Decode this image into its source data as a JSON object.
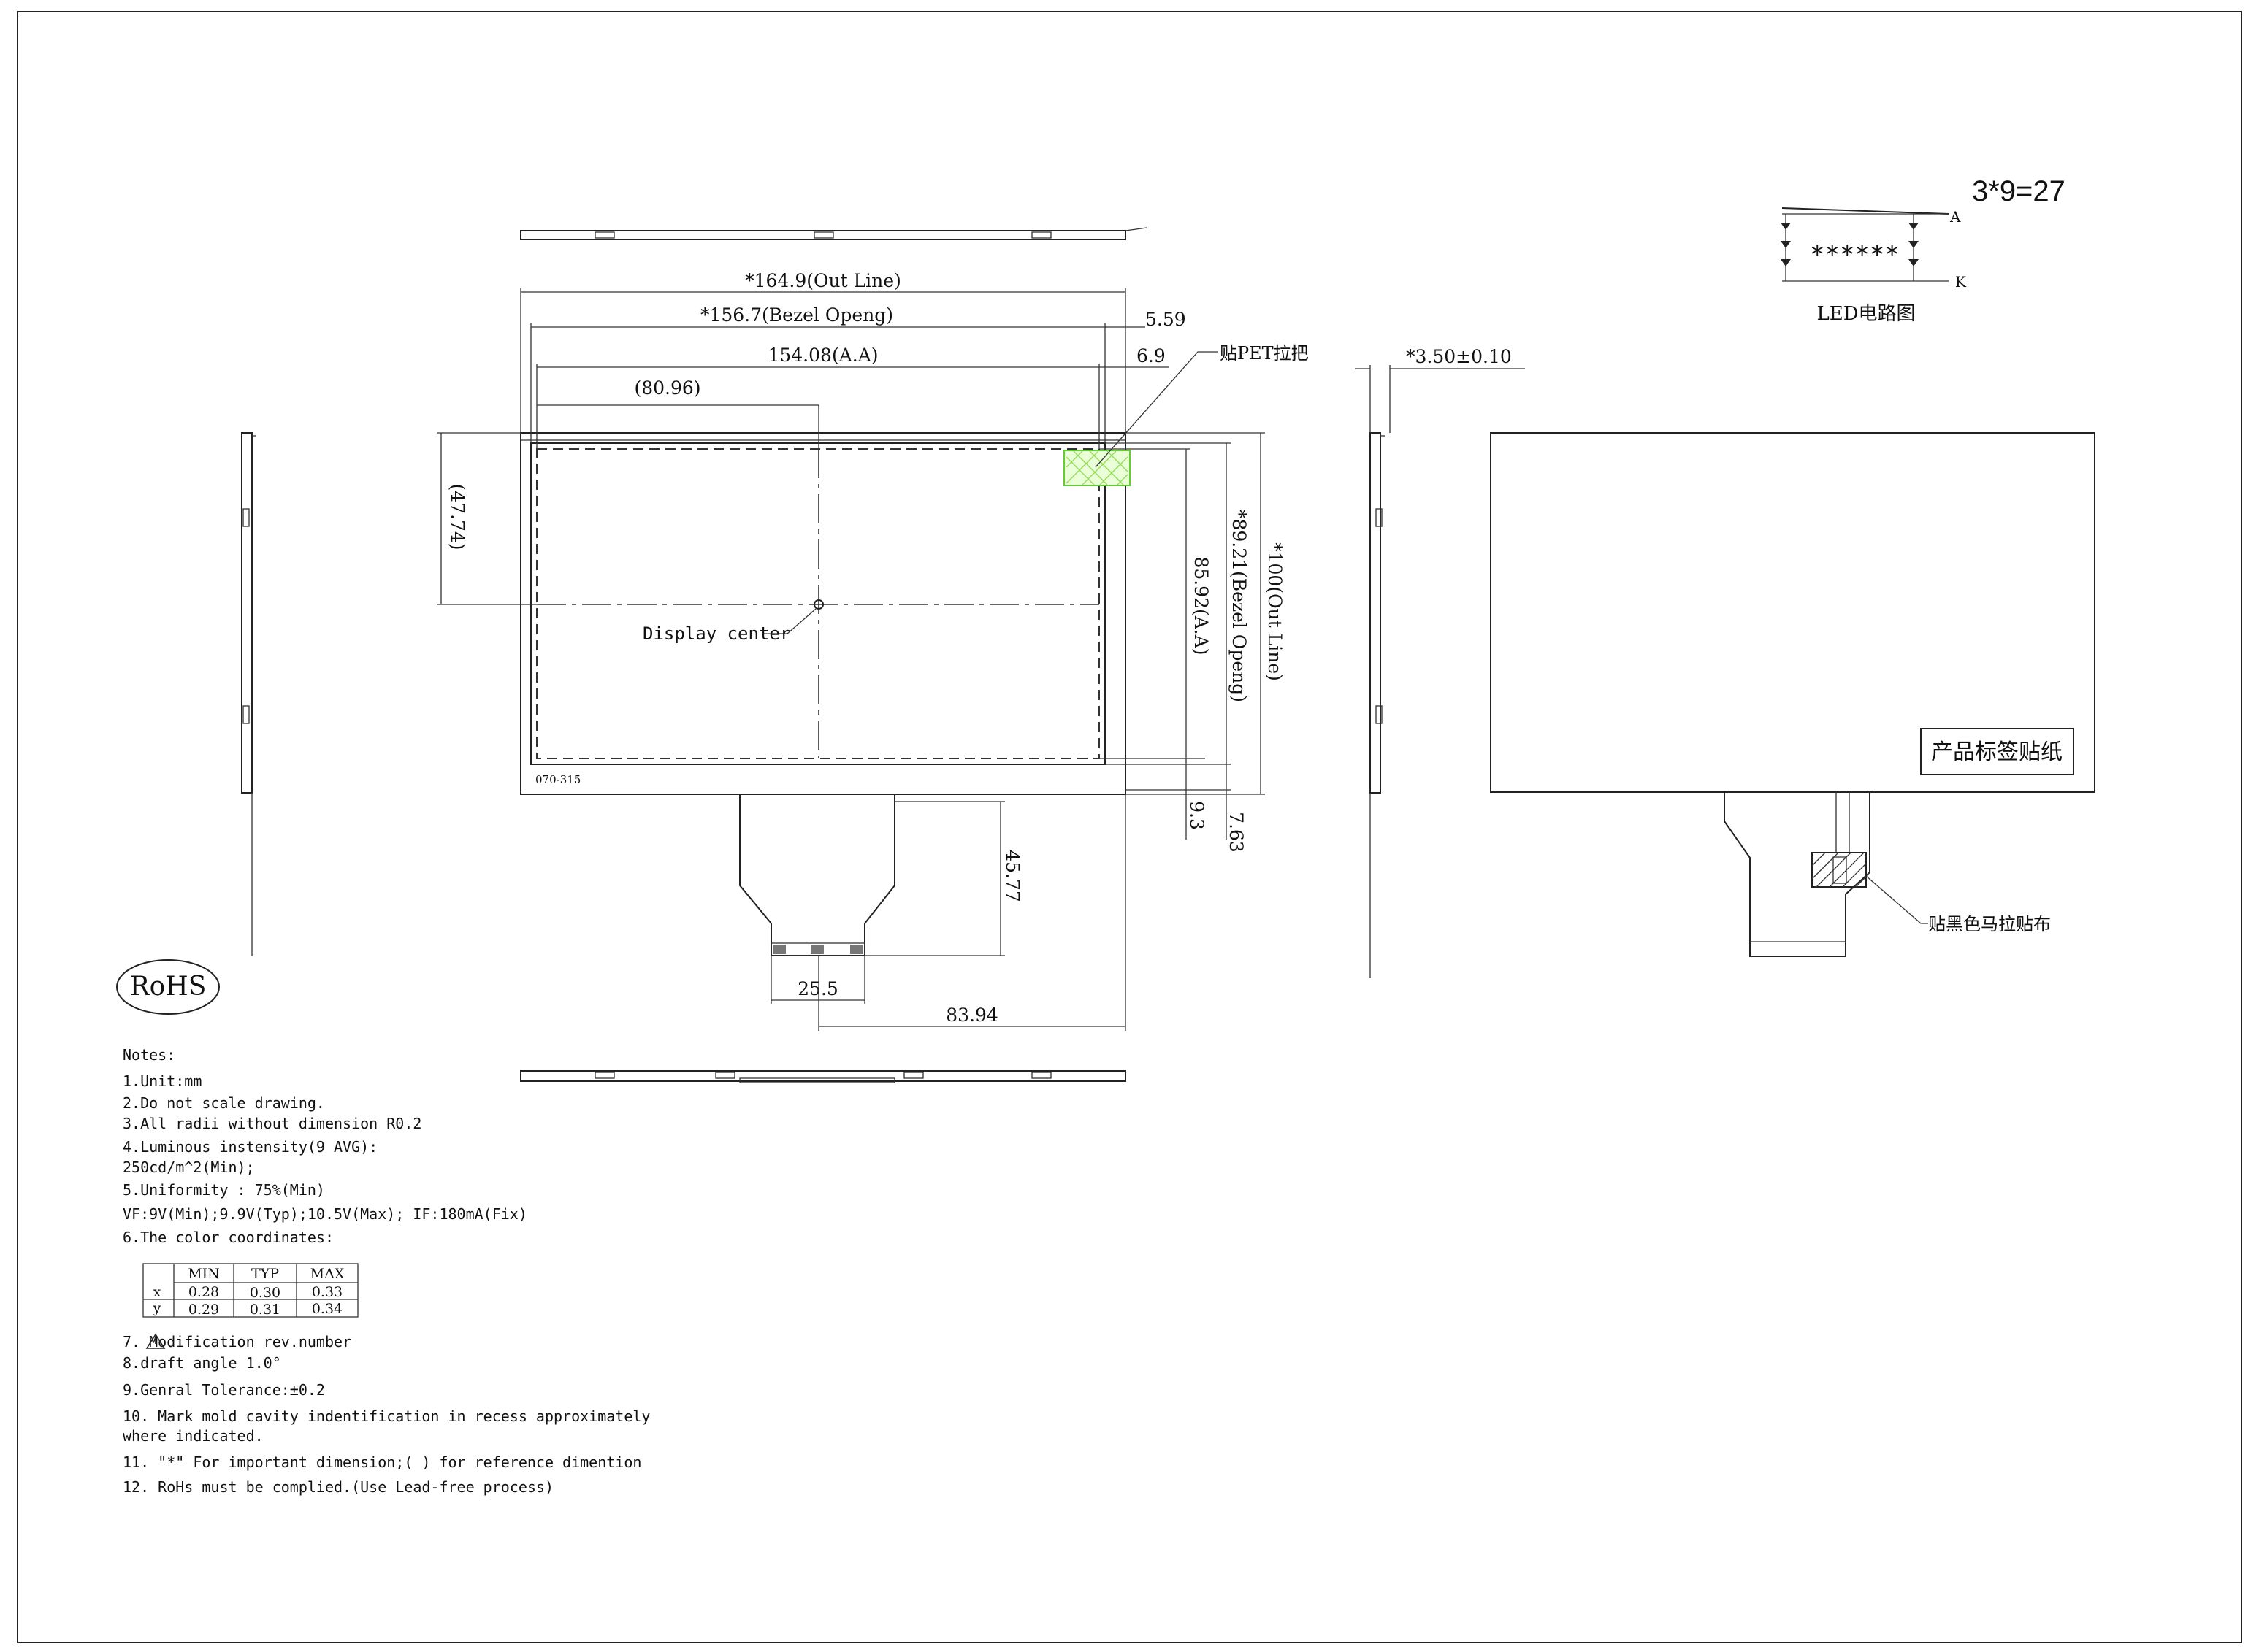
{
  "front_view": {
    "dim_outline_width": "*164.9(Out Line)",
    "dim_bezel_width": "*156.7(Bezel Openg)",
    "dim_aa_width": "154.08(A.A)",
    "dim_center_x": "(80.96)",
    "dim_center_y": "(47.74)",
    "dim_offset_right_1": "5.59",
    "dim_offset_right_2": "6.9",
    "dim_aa_height": "85.92(A.A)",
    "dim_bezel_height": "*89.21(Bezel Openg)",
    "dim_outline_height": "*100(Out Line)",
    "dim_bottom_1": "9.3",
    "dim_bottom_2": "7.63",
    "dim_fpc_length": "45.77",
    "dim_fpc_width": "25.5",
    "dim_fpc_offset": "83.94",
    "display_center_label": "Display center",
    "pet_tab_label": "贴PET拉把",
    "model_code": "070-315"
  },
  "side_view": {
    "dim_thickness": "*3.50±0.10"
  },
  "back_view": {
    "product_label": "产品标签贴纸",
    "black_tape_label": "贴黑色马拉贴布"
  },
  "led_circuit": {
    "formula": "3*9=27",
    "anode": "A",
    "cathode": "K",
    "stars": "******",
    "caption": "LED电路图"
  },
  "rohs": "RoHS",
  "notes": {
    "title": "Notes:",
    "n1": "1.Unit:mm",
    "n2": "2.Do not scale drawing.",
    "n3": "3.All radii without dimension R0.2",
    "n4a": "4.Luminous instensity(9 AVG):",
    "n4b": " 250cd/m^2(Min);",
    "n5a": "5.Uniformity : 75%(Min)",
    "n5b": "  VF:9V(Min);9.9V(Typ);10.5V(Max); IF:180mA(Fix)",
    "n6": "6.The color coordinates:",
    "n7": "7.  Modification rev.number",
    "n8": "8.draft angle 1.0°",
    "n9": "9.Genral Tolerance:±0.2",
    "n10a": "10.  Mark mold cavity indentification in recess  approximately",
    "n10b": "     where indicated.",
    "n11": "11.  \"*\" For important dimension;( ) for reference dimention",
    "n12": "12.  RoHs must be complied.(Use Lead-free process)"
  },
  "color_table": {
    "headers": [
      "",
      "MIN",
      "TYP",
      "MAX"
    ],
    "rows": [
      [
        "x",
        "0.28",
        "0.30",
        "0.33"
      ],
      [
        "y",
        "0.29",
        "0.31",
        "0.34"
      ]
    ]
  }
}
